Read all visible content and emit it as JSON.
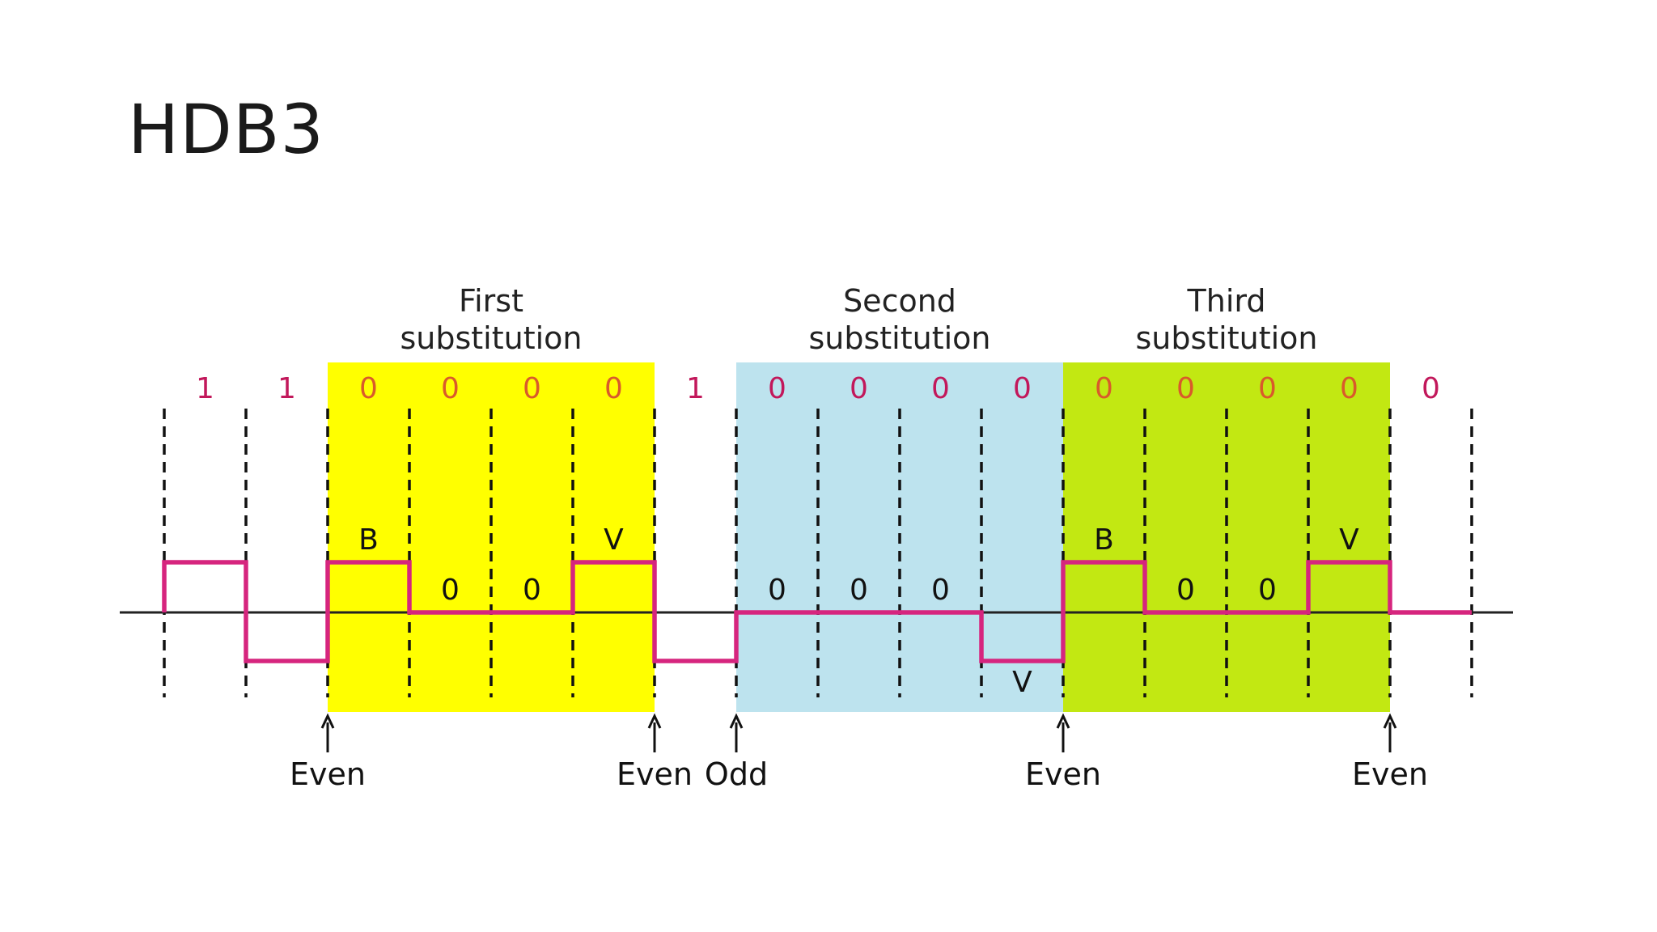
{
  "slide": {
    "title": "HDB3"
  },
  "diagram": {
    "colors": {
      "first_region": "#ffff00",
      "second_region": "#bde3ee",
      "third_region": "#c2e812",
      "signal": "#d6257e",
      "bit_one": "#c2185b",
      "bit_zero": "#d95a2b",
      "bit_zero_second": "#c2185b",
      "label": "#222222"
    },
    "substitutions": [
      {
        "line1": "First",
        "line2": "substitution",
        "region": "first",
        "from_cell": 2,
        "to_cell": 6
      },
      {
        "line1": "Second",
        "line2": "substitution",
        "region": "second",
        "from_cell": 7,
        "to_cell": 11
      },
      {
        "line1": "Third",
        "line2": "substitution",
        "region": "third",
        "from_cell": 11,
        "to_cell": 15
      }
    ],
    "bits": [
      "1",
      "1",
      "0",
      "0",
      "0",
      "0",
      "1",
      "0",
      "0",
      "0",
      "0",
      "0",
      "0",
      "0",
      "0",
      "0"
    ],
    "signal_levels": [
      1,
      -1,
      1,
      0,
      0,
      1,
      -1,
      0,
      0,
      0,
      -1,
      1,
      0,
      0,
      1,
      0
    ],
    "pulse_labels": [
      {
        "cell": 2,
        "text": "B",
        "pos": "above"
      },
      {
        "cell": 3,
        "text": "0",
        "pos": "above"
      },
      {
        "cell": 4,
        "text": "0",
        "pos": "above"
      },
      {
        "cell": 5,
        "text": "V",
        "pos": "above"
      },
      {
        "cell": 7,
        "text": "0",
        "pos": "above"
      },
      {
        "cell": 8,
        "text": "0",
        "pos": "above"
      },
      {
        "cell": 9,
        "text": "0",
        "pos": "above"
      },
      {
        "cell": 10,
        "text": "V",
        "pos": "below"
      },
      {
        "cell": 11,
        "text": "B",
        "pos": "above"
      },
      {
        "cell": 12,
        "text": "0",
        "pos": "above"
      },
      {
        "cell": 13,
        "text": "0",
        "pos": "above"
      },
      {
        "cell": 14,
        "text": "V",
        "pos": "above"
      }
    ],
    "markers": [
      {
        "boundary": 2,
        "text": "Even"
      },
      {
        "boundary": 6,
        "text": "Even"
      },
      {
        "boundary": 7,
        "text": "Odd"
      },
      {
        "boundary": 11,
        "text": "Even"
      },
      {
        "boundary": 15,
        "text": "Even"
      }
    ]
  }
}
